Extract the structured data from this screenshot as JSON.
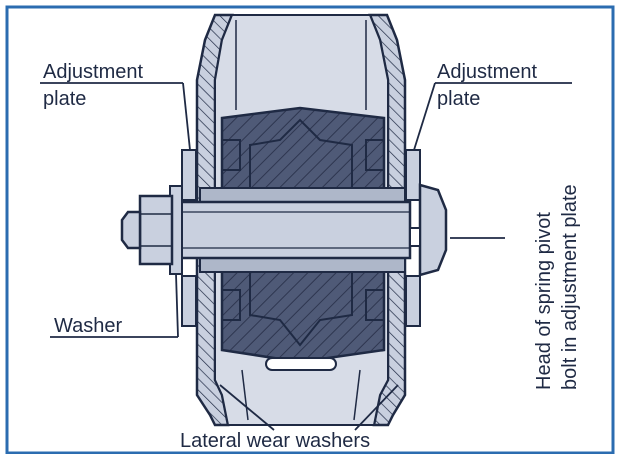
{
  "labels": {
    "adjustment_plate_left_line1": "Adjustment",
    "adjustment_plate_left_line2": "plate",
    "adjustment_plate_right_line1": "Adjustment",
    "adjustment_plate_right_line2": "plate",
    "washer": "Washer",
    "head_line1": "Head of spring pivot",
    "head_line2": "bolt in adjustment plate",
    "lateral_wear_washers": "Lateral wear washers"
  },
  "colors": {
    "frame_border": "#2b6cb0",
    "outline": "#1f2a44",
    "bushing_fill": "#4f5a77",
    "steel_light": "#c9d0df",
    "steel_mid": "#aeb7c9",
    "background": "#ffffff"
  }
}
